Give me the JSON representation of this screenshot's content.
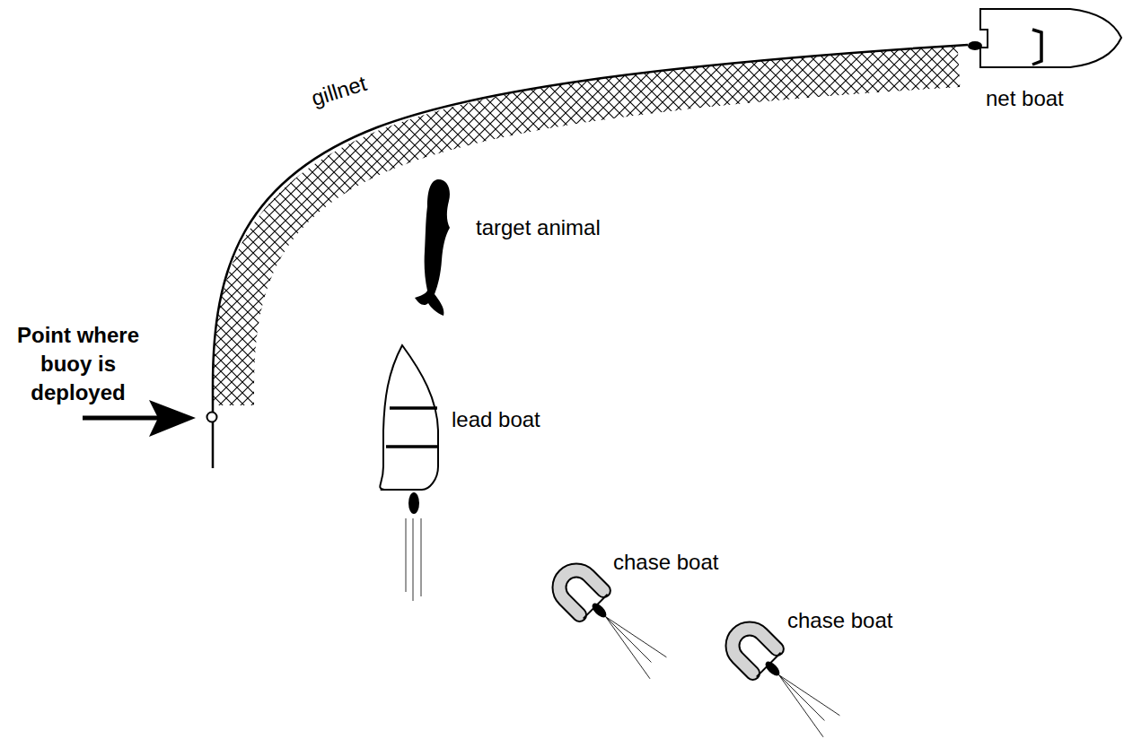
{
  "diagram": {
    "labels": [
      "gillnet",
      "net boat",
      "target animal",
      "Point where buoy is deployed",
      "lead boat",
      "chase boat",
      "chase boat"
    ]
  }
}
